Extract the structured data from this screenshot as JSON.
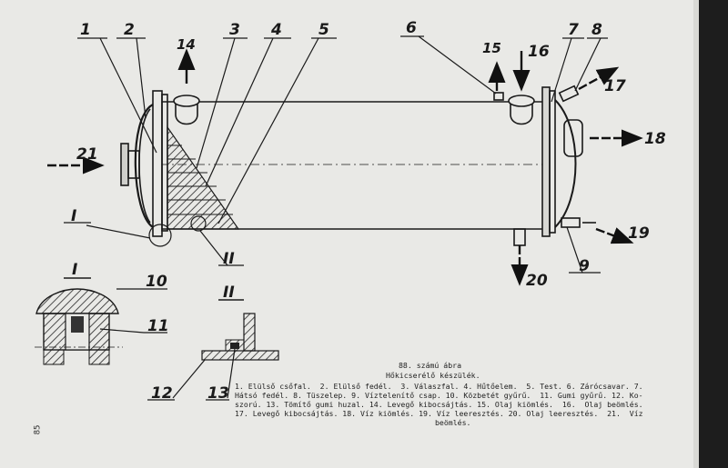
{
  "labels": {
    "n1": "1",
    "n2": "2",
    "n3": "3",
    "n4": "4",
    "n5": "5",
    "n6": "6",
    "n7": "7",
    "n8": "8",
    "n9": "9",
    "n10": "10",
    "n11": "11",
    "n12": "12",
    "n13": "13",
    "n14": "14",
    "n15": "15",
    "n16": "16",
    "n17": "17",
    "n18": "18",
    "n19": "19",
    "n20": "20",
    "n21": "21",
    "detail_I": "I",
    "detail_II": "II"
  },
  "caption": {
    "figure_no": "88. számú ábra",
    "title": "Hőkicserélő készülék.",
    "line1": "1. Elülső csőfal.  2. Elülső fedél.  3. Válaszfal. 4. Hűtőelem.  5. Test. 6. Zárócsavar. 7.",
    "line2": "Hátsó fedél. 8. Tüszelep. 9. Víztelenítő csap. 10. Közbetét gyűrű.  11. Gumi gyűrű. 12. Ko-",
    "line3": "szorú. 13. Tömítő gumi huzal. 14. Levegő kibocsájtás. 15. Olaj kiömlés.  16.  Olaj beömlés.",
    "line4": "17. Levegő kibocsájtás. 18. Víz kiömlés. 19. Víz leeresztés. 20. Olaj leeresztés.  21.  Víz",
    "line5": "beömlés."
  },
  "page_number": "85"
}
